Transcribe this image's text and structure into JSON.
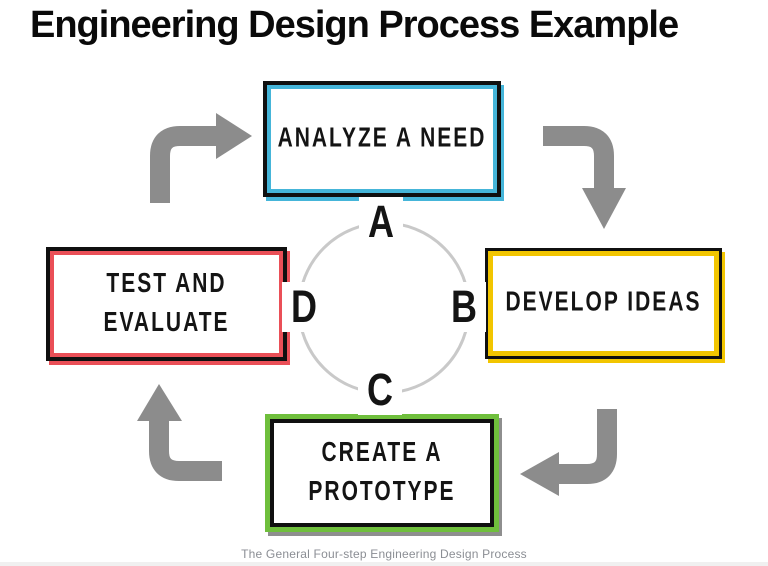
{
  "title": "Engineering Design Process Example",
  "caption": "The General Four-step Engineering Design Process",
  "steps": [
    {
      "letter": "A",
      "label": "ANALYZE A NEED",
      "accent": "#45b5d9",
      "position": "top"
    },
    {
      "letter": "B",
      "label": "DEVELOP IDEAS",
      "accent": "#f2c500",
      "position": "right"
    },
    {
      "letter": "C",
      "label": "CREATE A\nPROTOTYPE",
      "accent": "#6fbf3c",
      "position": "bottom"
    },
    {
      "letter": "D",
      "label": "TEST AND\nEVALUATE",
      "accent": "#ea4f57",
      "position": "left"
    }
  ],
  "colors": {
    "arrow": "#8c8c8c",
    "circle": "#c9c9c9",
    "text": "#141414",
    "caption": "#8b8e94"
  }
}
